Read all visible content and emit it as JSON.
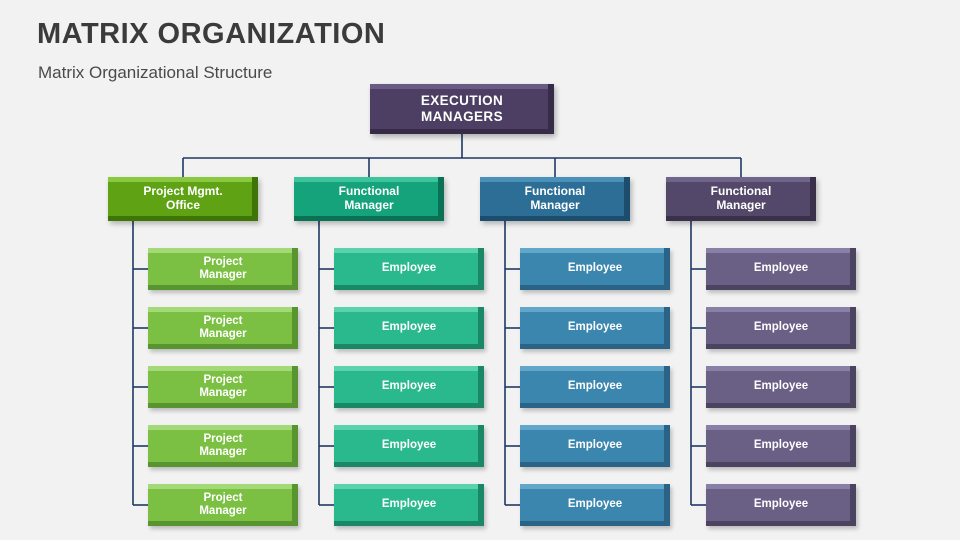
{
  "header": {
    "title": "MATRIX ORGANIZATION",
    "subtitle": "Matrix Organizational Structure"
  },
  "colors": {
    "background": "#f2f2f2",
    "title_text": "#3b3b3b",
    "connector": "#1f3864",
    "exec": "#4c3f63",
    "column_0": "#5fa314",
    "column_1": "#14a37a",
    "column_2": "#2d6e96",
    "column_3": "#534869",
    "leaf_0": "#7cc043",
    "leaf_1": "#2ab98c",
    "leaf_2": "#3b86ae",
    "leaf_3": "#6a5f85"
  },
  "chart": {
    "root": {
      "line1": "EXECUTION",
      "line2": "MANAGERS"
    },
    "heads": [
      {
        "line1": "Project Mgmt.",
        "line2": "Office"
      },
      {
        "line1": "Functional",
        "line2": "Manager"
      },
      {
        "line1": "Functional",
        "line2": "Manager"
      },
      {
        "line1": "Functional",
        "line2": "Manager"
      }
    ],
    "leaves": [
      [
        {
          "line1": "Project",
          "line2": "Manager"
        },
        {
          "line1": "Project",
          "line2": "Manager"
        },
        {
          "line1": "Project",
          "line2": "Manager"
        },
        {
          "line1": "Project",
          "line2": "Manager"
        },
        {
          "line1": "Project",
          "line2": "Manager"
        }
      ],
      [
        {
          "line1": "Employee",
          "line2": ""
        },
        {
          "line1": "Employee",
          "line2": ""
        },
        {
          "line1": "Employee",
          "line2": ""
        },
        {
          "line1": "Employee",
          "line2": ""
        },
        {
          "line1": "Employee",
          "line2": ""
        }
      ],
      [
        {
          "line1": "Employee",
          "line2": ""
        },
        {
          "line1": "Employee",
          "line2": ""
        },
        {
          "line1": "Employee",
          "line2": ""
        },
        {
          "line1": "Employee",
          "line2": ""
        },
        {
          "line1": "Employee",
          "line2": ""
        }
      ],
      [
        {
          "line1": "Employee",
          "line2": ""
        },
        {
          "line1": "Employee",
          "line2": ""
        },
        {
          "line1": "Employee",
          "line2": ""
        },
        {
          "line1": "Employee",
          "line2": ""
        },
        {
          "line1": "Employee",
          "line2": ""
        }
      ]
    ]
  }
}
